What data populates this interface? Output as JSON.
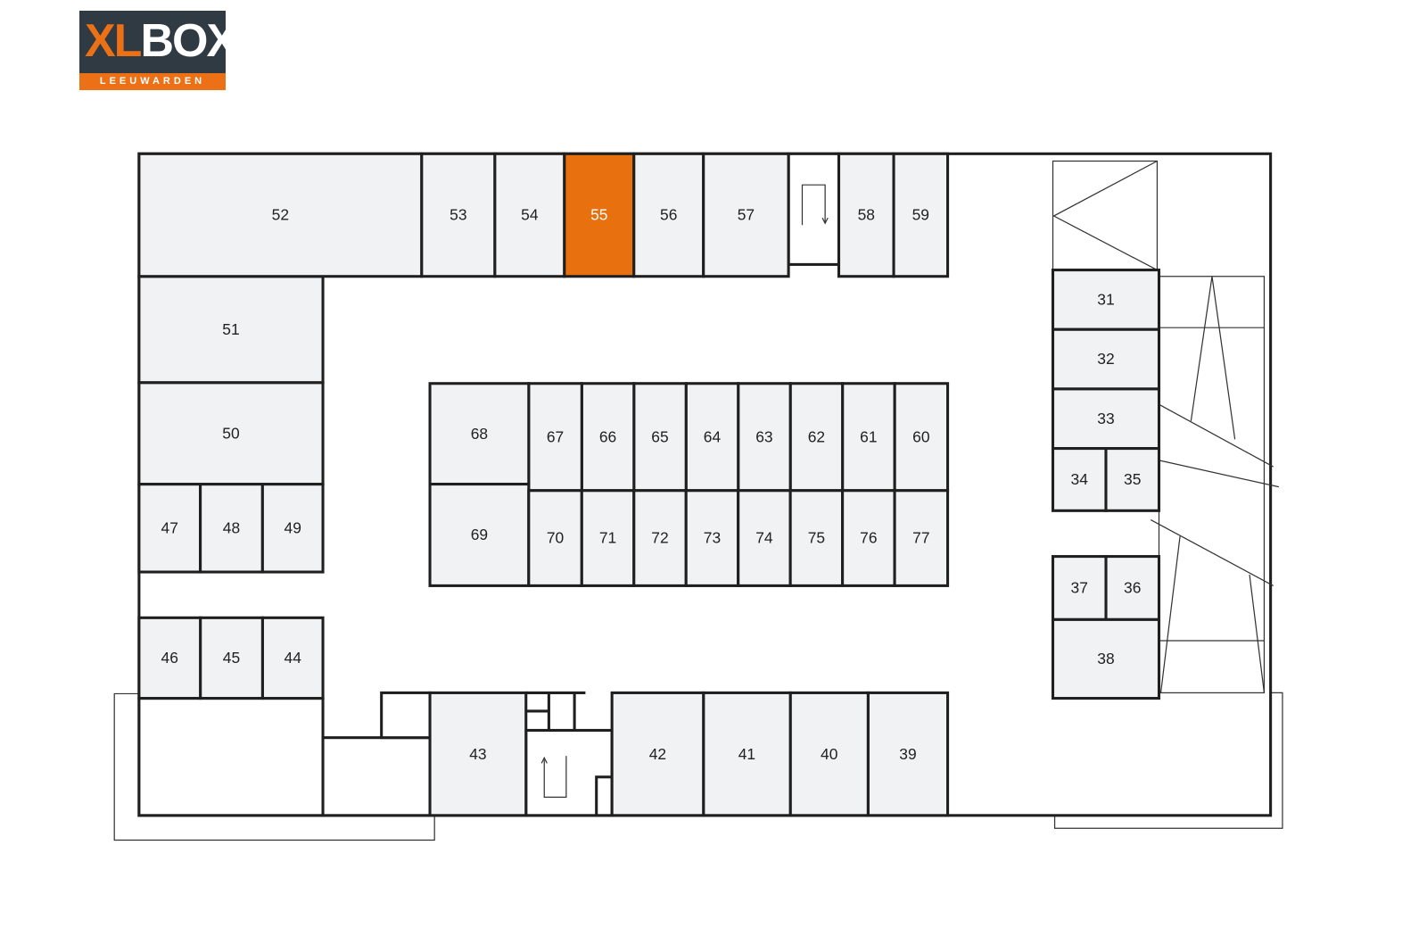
{
  "logo": {
    "brand_a": "XL",
    "brand_b": "BOX",
    "location": "LEEUWARDEN"
  },
  "floorplan": {
    "highlighted_unit": "55",
    "highlight_color": "#e8700f",
    "unit_fill_color": "#f1f2f3",
    "units": [
      "31",
      "32",
      "33",
      "34",
      "35",
      "36",
      "37",
      "38",
      "39",
      "40",
      "41",
      "42",
      "43",
      "44",
      "45",
      "46",
      "47",
      "48",
      "49",
      "50",
      "51",
      "52",
      "53",
      "54",
      "55",
      "56",
      "57",
      "58",
      "59",
      "60",
      "61",
      "62",
      "63",
      "64",
      "65",
      "66",
      "67",
      "68",
      "69",
      "70",
      "71",
      "72",
      "73",
      "74",
      "75",
      "76",
      "77"
    ]
  }
}
